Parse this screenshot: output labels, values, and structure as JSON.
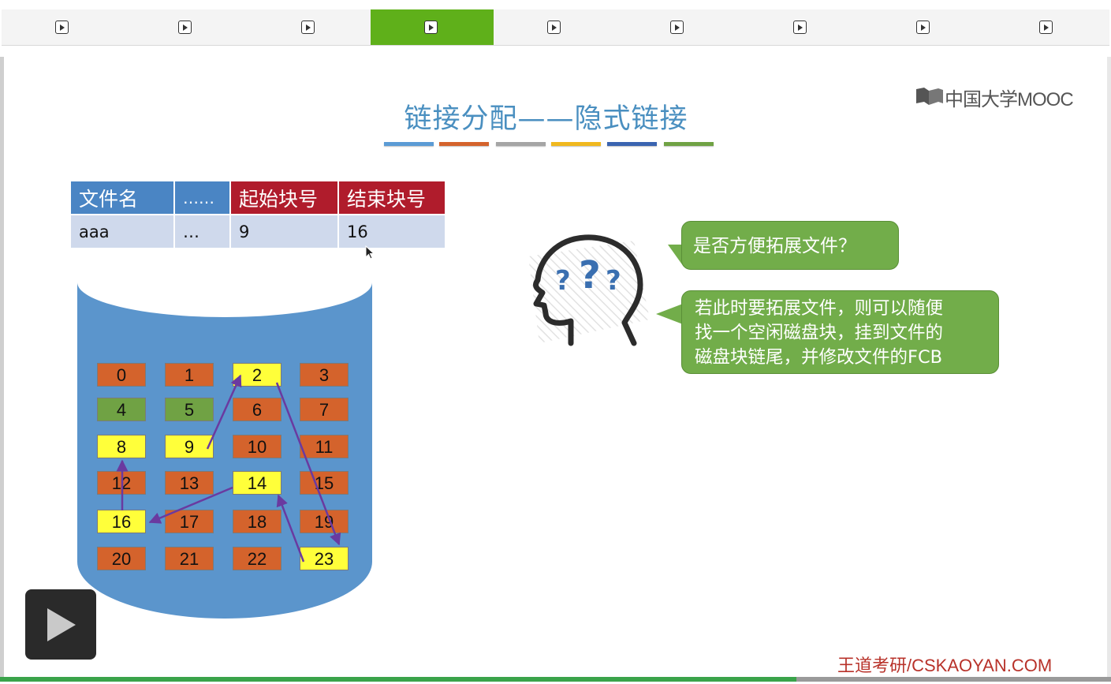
{
  "nav": {
    "items": [
      {
        "icon": "play-icon",
        "active": false
      },
      {
        "icon": "play-icon",
        "active": false
      },
      {
        "icon": "play-icon",
        "active": false
      },
      {
        "icon": "play-icon",
        "active": true
      },
      {
        "icon": "play-icon",
        "active": false
      },
      {
        "icon": "play-icon",
        "active": false
      },
      {
        "icon": "play-icon",
        "active": false
      },
      {
        "icon": "play-icon",
        "active": false
      },
      {
        "icon": "play-icon",
        "active": false
      }
    ],
    "active_color": "#5fb01a"
  },
  "logo": {
    "text": "中国大学MOOC"
  },
  "slide": {
    "title": "链接分配——隐式链接",
    "title_bar_colors": [
      "#5b9bd5",
      "#d4632c",
      "#a5a5a5",
      "#f0b81e",
      "#3a64b0",
      "#70a244"
    ]
  },
  "fcb_table": {
    "headers": [
      "文件名",
      "……",
      "起始块号",
      "结束块号"
    ],
    "header_colors": [
      "#4a85c4",
      "#4a85c4",
      "#b01c2c",
      "#b01c2c"
    ],
    "row": [
      "aaa",
      "…",
      "9",
      "16"
    ]
  },
  "disk": {
    "blocks": [
      {
        "num": "0",
        "color": "orange"
      },
      {
        "num": "1",
        "color": "orange"
      },
      {
        "num": "2",
        "color": "yellow"
      },
      {
        "num": "3",
        "color": "orange"
      },
      {
        "num": "4",
        "color": "green"
      },
      {
        "num": "5",
        "color": "green"
      },
      {
        "num": "6",
        "color": "orange"
      },
      {
        "num": "7",
        "color": "orange"
      },
      {
        "num": "8",
        "color": "yellow"
      },
      {
        "num": "9",
        "color": "yellow"
      },
      {
        "num": "10",
        "color": "orange"
      },
      {
        "num": "11",
        "color": "orange"
      },
      {
        "num": "12",
        "color": "orange"
      },
      {
        "num": "13",
        "color": "orange"
      },
      {
        "num": "14",
        "color": "yellow"
      },
      {
        "num": "15",
        "color": "orange"
      },
      {
        "num": "16",
        "color": "yellow"
      },
      {
        "num": "17",
        "color": "orange"
      },
      {
        "num": "18",
        "color": "orange"
      },
      {
        "num": "19",
        "color": "orange"
      },
      {
        "num": "20",
        "color": "orange"
      },
      {
        "num": "21",
        "color": "orange"
      },
      {
        "num": "22",
        "color": "orange"
      },
      {
        "num": "23",
        "color": "yellow"
      }
    ],
    "chain": [
      "9",
      "2",
      "23",
      "14",
      "16",
      "12"
    ]
  },
  "bubbles": {
    "question": "是否方便拓展文件？",
    "answer_lines": [
      "若此时要拓展文件，则可以随便",
      "找一个空闲磁盘块，挂到文件的",
      "磁盘块链尾，并修改文件的FCB"
    ]
  },
  "footer": {
    "text": "王道考研/CSKAOYAN.COM"
  },
  "player": {
    "icon": "play-icon"
  }
}
